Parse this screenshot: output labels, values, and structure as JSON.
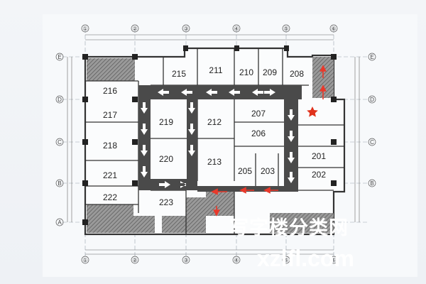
{
  "axes": {
    "columns": [
      "①",
      "②",
      "③",
      "④",
      "⑤",
      "⑥"
    ],
    "rows": [
      "E",
      "D",
      "C",
      "B",
      "A"
    ]
  },
  "rooms": {
    "r201": "201",
    "r202": "202",
    "r203": "203",
    "r205": "205",
    "r206": "206",
    "r207": "207",
    "r208": "208",
    "r209": "209",
    "r210": "210",
    "r211": "211",
    "r212": "212",
    "r213": "213",
    "r215": "215",
    "r216": "216",
    "r217": "217",
    "r218": "218",
    "r219": "219",
    "r220": "220",
    "r221": "221",
    "r222": "222",
    "r223": "223"
  },
  "watermark": {
    "cn": "写字楼分类网",
    "url": "xzlfl.com"
  },
  "colors": {
    "corridor": "#4a4a4a",
    "arrow": "#ffffff",
    "hatch": "#7a7a7a",
    "evac_red": "#e8392b",
    "star": "#e0321c"
  },
  "icons": [
    "you-are-here-star-icon",
    "evacuation-arrow-icon"
  ]
}
